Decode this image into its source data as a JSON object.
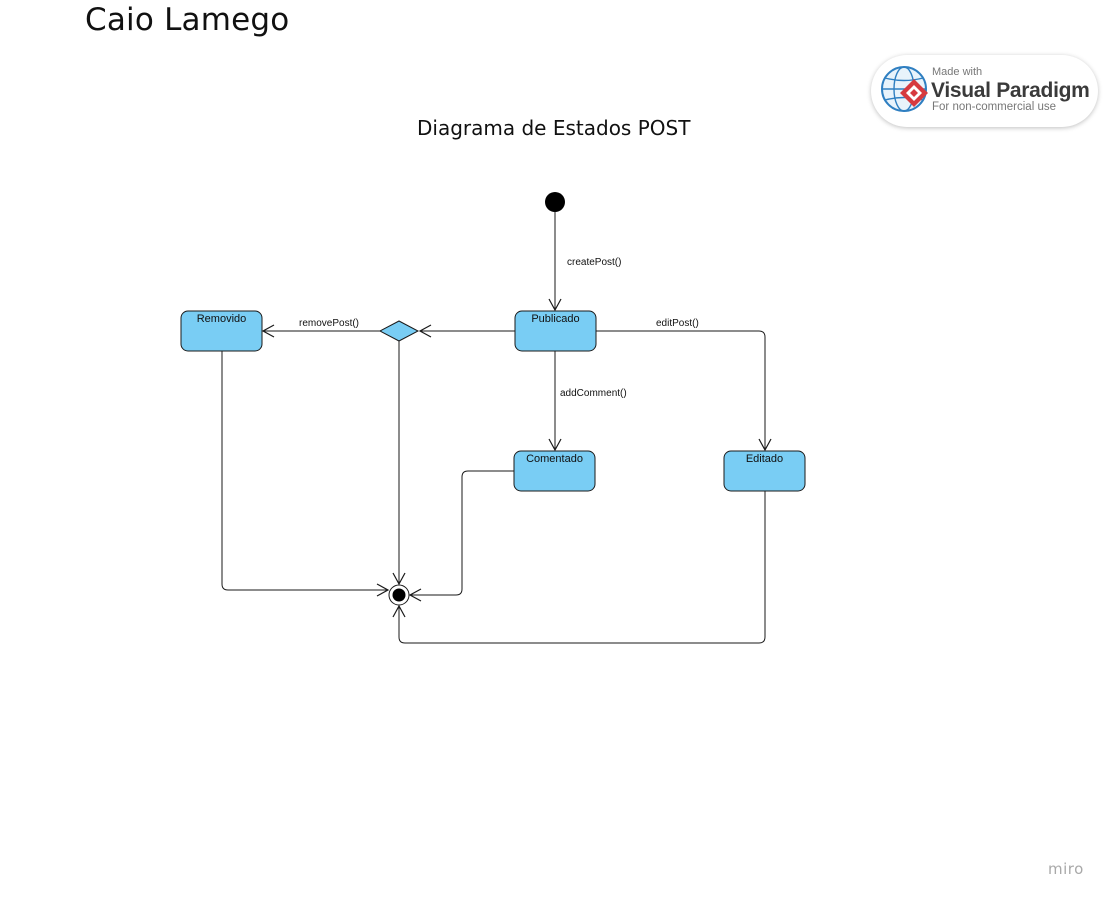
{
  "author": "Caio Lamego",
  "diagram": {
    "title": "Diagrama de Estados POST",
    "states": {
      "removido": "Removido",
      "publicado": "Publicado",
      "comentado": "Comentado",
      "editado": "Editado"
    },
    "transitions": {
      "create_post": "createPost()",
      "remove_post": "removePost()",
      "edit_post": "editPost()",
      "add_comment": "addComment()"
    }
  },
  "badge": {
    "made_with": "Made with",
    "name": "Visual Paradigm",
    "note": "For non-commercial use"
  },
  "footer": {
    "brand": "miro"
  },
  "colors": {
    "state_fill": "#79cdf4",
    "line": "#1a1a1a",
    "logo_red": "#d63a3f",
    "globe_blue": "#2f7fc1"
  }
}
